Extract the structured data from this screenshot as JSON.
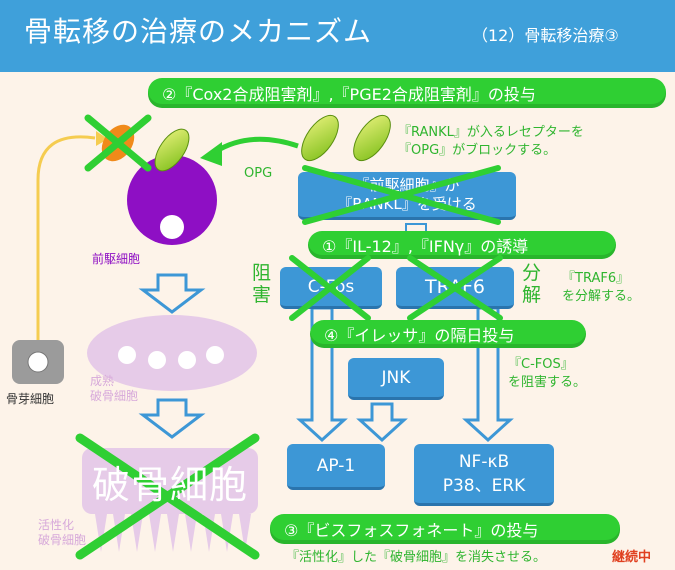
{
  "header": {
    "title": "骨転移の治療のメカニズム",
    "subtitle": "（12）骨転移治療③"
  },
  "banners": {
    "step2": "②『Cox2合成阻害剤』,『PGE2合成阻害剤』の投与",
    "step1": "①『IL-12』,『IFNγ』の誘導",
    "step4": "④『イレッサ』の隔日投与",
    "step3": "③『ビスフォスフォネート』の投与"
  },
  "notes": {
    "rankl_line1": "『RANKL』が入るレセプターを",
    "rankl_line2": "『OPG』がブロックする。",
    "traf6_line1": "『TRAF6』",
    "traf6_line2": "を分解する。",
    "cfos_line1": "『C-FOS』",
    "cfos_line2": "を阻害する。",
    "activated": "『活性化』した『破骨細胞』を消失させる。",
    "continuing": "継続中"
  },
  "boxes": {
    "precursor_line1": "『前駆細胞』が",
    "precursor_line2": "『RANKL』を受ける",
    "cfos": "C-Fos",
    "traf6": "TRAF6",
    "jnk": "JNK",
    "ap1": "AP-1",
    "nfkb_line1": "NF-κB",
    "nfkb_line2": "P38、ERK"
  },
  "labels": {
    "opg": "OPG",
    "inhibit": "阻害",
    "decompose": "分解",
    "precursor_cell": "前駆細胞",
    "osteoblast": "骨芽細胞",
    "mature_line1": "成熟",
    "mature_line2": "破骨細胞",
    "osteoclast_big": "破骨細胞",
    "activated_line1": "活性化",
    "activated_line2": "破骨細胞"
  },
  "colors": {
    "header": "#3fa0da",
    "banner": "#2fcf33",
    "box": "#3d97d6",
    "cross": "#2fcf33",
    "precursor": "#8e0fc4",
    "mature": "#e6cbe8",
    "continuing": "#e04020"
  }
}
